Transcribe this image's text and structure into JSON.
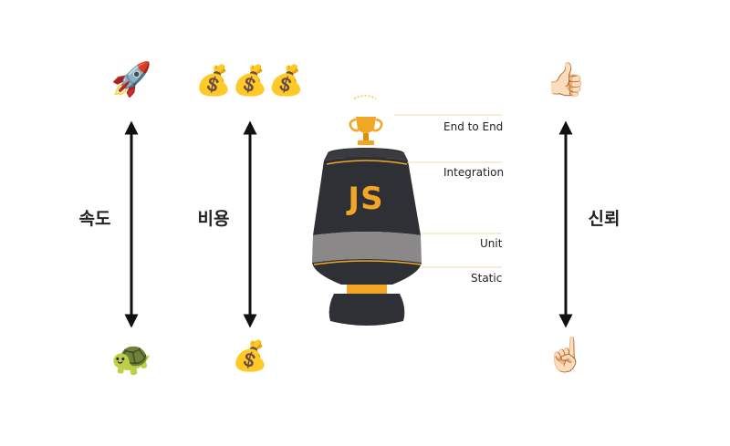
{
  "axes": {
    "speed": {
      "label": "속도",
      "top_icon": "🚀",
      "bottom_icon": "🐢",
      "top_icon_name": "rocket-icon",
      "bottom_icon_name": "turtle-icon"
    },
    "cost": {
      "label": "비용",
      "top_icon": "💰💰💰",
      "bottom_icon": "💰",
      "top_icon_name": "money-bag-icon",
      "bottom_icon_name": "money-bag-icon"
    },
    "trust": {
      "label": "신뢰",
      "top_icon": "👍🏻",
      "bottom_icon": "☝🏻",
      "top_icon_name": "thumbs-up-icon",
      "bottom_icon_name": "index-pointing-up-icon"
    }
  },
  "trophy": {
    "logo_text": "JS",
    "icon_name": "trophy-icon",
    "layers": [
      {
        "label": "End to End"
      },
      {
        "label": "Integration"
      },
      {
        "label": "Unit"
      },
      {
        "label": "Static"
      }
    ]
  },
  "colors": {
    "arrow": "#111111",
    "trophy_body": "#2f3036",
    "trophy_band": "#8a8888",
    "accent_gold": "#f2a626",
    "line": "#f3d9a8"
  }
}
